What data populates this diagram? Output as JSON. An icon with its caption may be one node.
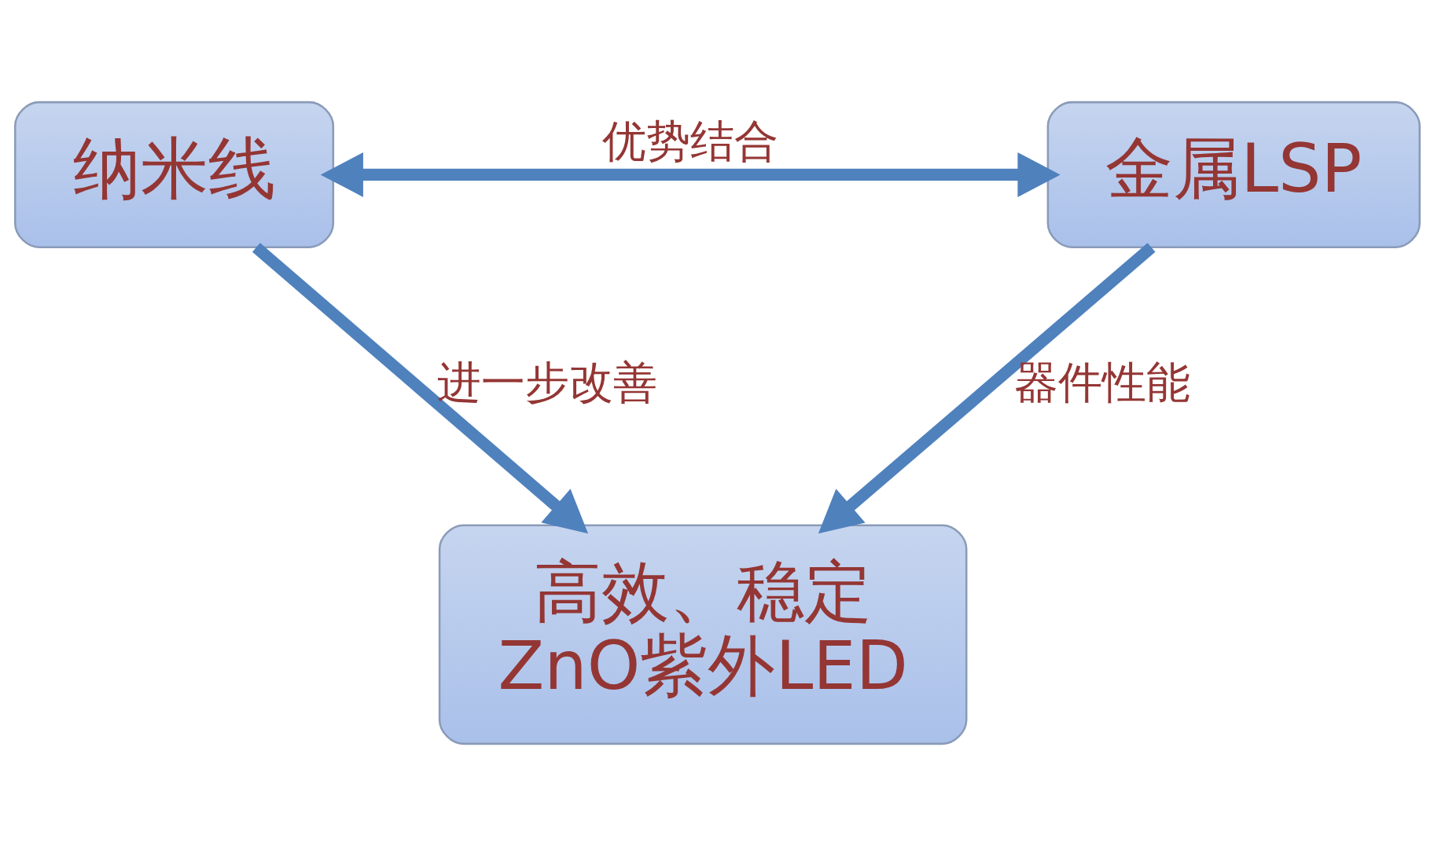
{
  "diagram": {
    "nodes": [
      {
        "text": [
          "纳米线"
        ]
      },
      {
        "text": [
          "金属LSP"
        ]
      },
      {
        "text": [
          "高效、稳定",
          "ZnO紫外LED"
        ]
      }
    ],
    "edges": [
      {
        "from": 0,
        "to": 1,
        "arrow": "both",
        "label": "优势结合"
      },
      {
        "from": 0,
        "to": 2,
        "arrow": "to",
        "label": "进一步改善"
      },
      {
        "from": 1,
        "to": 2,
        "arrow": "to",
        "label": "器件性能"
      }
    ]
  }
}
